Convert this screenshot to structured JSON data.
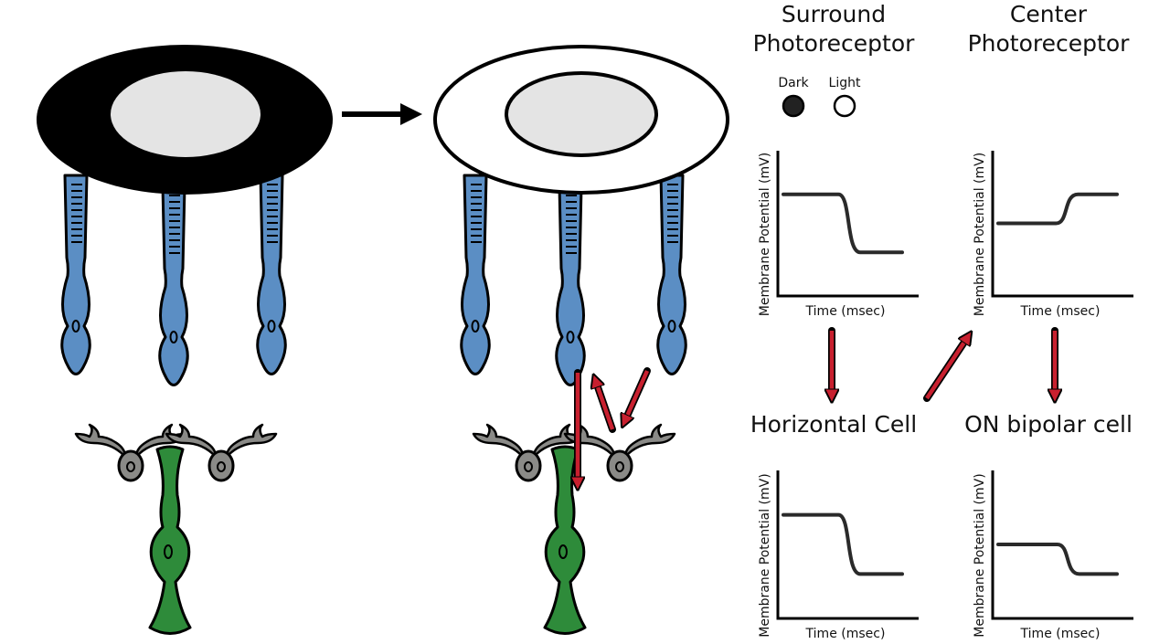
{
  "colors": {
    "rod_fill": "#5b8ec4",
    "horizontal_fill": "#8a8a87",
    "bipolar_fill": "#2e8b3a",
    "arrow_red": "#c8202f",
    "inner_gray": "#e4e4e4",
    "trace": "#2a2a2a"
  },
  "headers": {
    "surround_line1": "Surround",
    "surround_line2": "Photoreceptor",
    "center_line1": "Center",
    "center_line2": "Photoreceptor",
    "horizontal": "Horizontal Cell",
    "on_bipolar": "ON bipolar cell"
  },
  "legend": {
    "dark": "Dark",
    "light": "Light"
  },
  "graphs": [
    {
      "id": "surround",
      "ylabel": "Membrane Potential (mV)",
      "xlabel": "Time (msec)",
      "start_level": 0.7,
      "end_level": 0.3
    },
    {
      "id": "center",
      "ylabel": "Membrane Potential (mV)",
      "xlabel": "Time (msec)",
      "start_level": 0.5,
      "end_level": 0.7
    },
    {
      "id": "horizontal",
      "ylabel": "Membrane Potential (mV)",
      "xlabel": "Time (msec)",
      "start_level": 0.7,
      "end_level": 0.3
    },
    {
      "id": "on-bipolar",
      "ylabel": "Membrane Potential (mV)",
      "xlabel": "Time (msec)",
      "start_level": 0.5,
      "end_level": 0.3
    }
  ]
}
